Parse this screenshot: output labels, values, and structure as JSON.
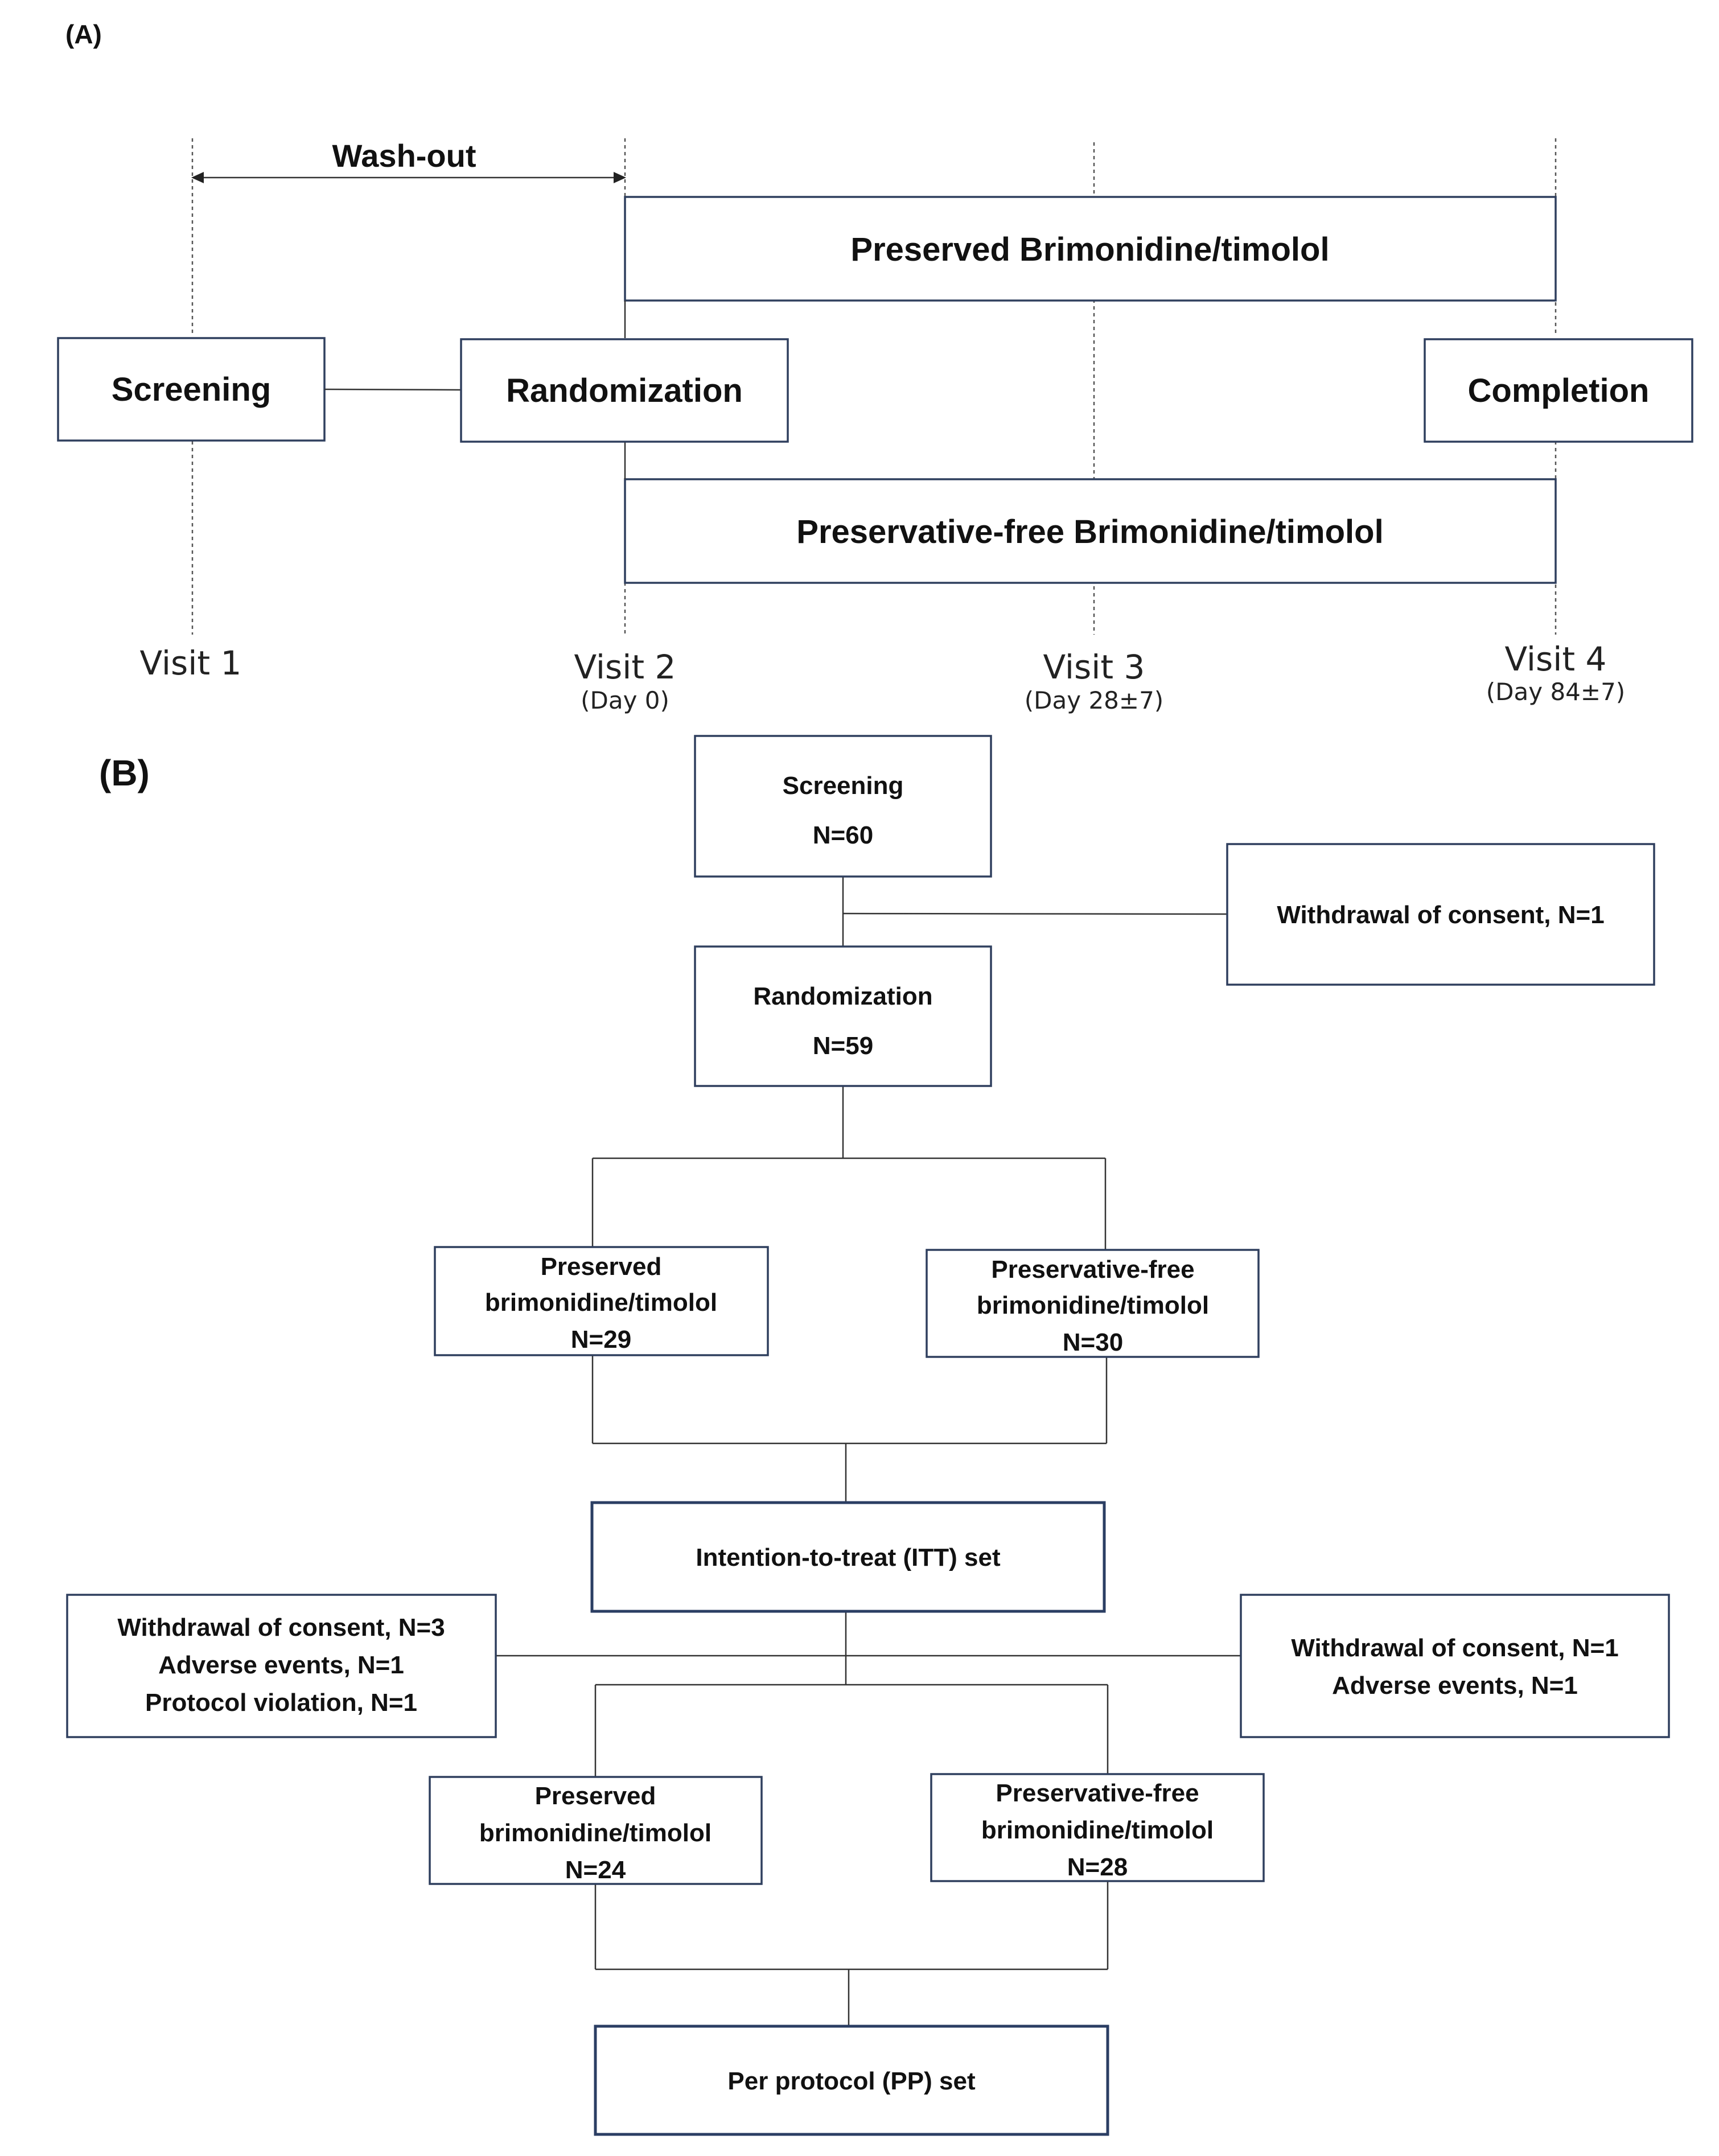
{
  "panel_a": {
    "label": "(A)",
    "washout_label": "Wash-out",
    "preserved_arm": "Preserved Brimonidine/timolol",
    "pf_arm": "Preservative-free Brimonidine/timolol",
    "screening": "Screening",
    "randomization": "Randomization",
    "completion": "Completion",
    "visits": [
      {
        "label": "Visit 1",
        "day": ""
      },
      {
        "label": "Visit 2",
        "day": "(Day 0)"
      },
      {
        "label": "Visit 3",
        "day": "(Day 28±7)"
      },
      {
        "label": "Visit 4",
        "day": "(Day 84±7)"
      }
    ]
  },
  "panel_b": {
    "label": "(B)",
    "screening": {
      "title": "Screening",
      "n": "N=60"
    },
    "withdrawal_1": "Withdrawal of consent, N=1",
    "randomization": {
      "title": "Randomization",
      "n": "N=59"
    },
    "preserved_1": {
      "line1": "Preserved",
      "line2": "brimonidine/timolol",
      "n": "N=29"
    },
    "pf_1": {
      "line1": "Preservative-free",
      "line2": "brimonidine/timolol",
      "n": "N=30"
    },
    "itt": "Intention-to-treat (ITT) set",
    "left_exclusions": [
      "Withdrawal of consent, N=3",
      "Adverse events, N=1",
      "Protocol violation, N=1"
    ],
    "right_exclusions": [
      "Withdrawal of consent, N=1",
      "Adverse events, N=1"
    ],
    "preserved_2": {
      "line1": "Preserved",
      "line2": "brimonidine/timolol",
      "n": "N=24"
    },
    "pf_2": {
      "line1": "Preservative-free",
      "line2": "brimonidine/timolol",
      "n": "N=28"
    },
    "pp": "Per protocol (PP) set"
  }
}
